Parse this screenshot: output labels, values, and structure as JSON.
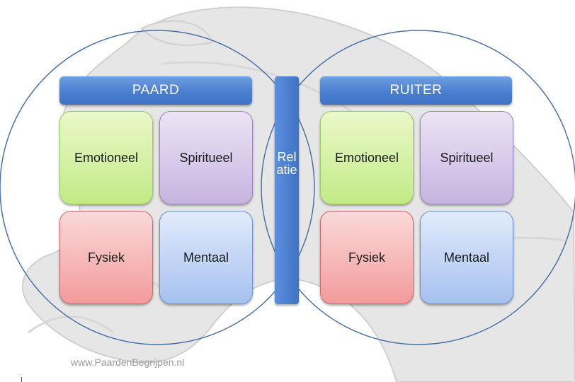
{
  "left_group": {
    "header": "PAARD",
    "tiles": [
      {
        "label": "Emotioneel",
        "color": "green"
      },
      {
        "label": "Spiritueel",
        "color": "purple"
      },
      {
        "label": "Fysiek",
        "color": "red"
      },
      {
        "label": "Mentaal",
        "color": "blue"
      }
    ]
  },
  "relation": {
    "label": "Relatie"
  },
  "right_group": {
    "header": "RUITER",
    "tiles": [
      {
        "label": "Emotioneel",
        "color": "green"
      },
      {
        "label": "Spiritueel",
        "color": "purple"
      },
      {
        "label": "Fysiek",
        "color": "red"
      },
      {
        "label": "Mentaal",
        "color": "blue"
      }
    ]
  },
  "footer": {
    "credit": "www.PaardenBegrijpen.nl"
  },
  "colors": {
    "accent_blue": "#4a7fd0",
    "circle_stroke": "#4a72a8",
    "tile_green": "#c2ea87",
    "tile_purple": "#c6b4e0",
    "tile_red": "#f39b9b",
    "tile_blue": "#a6c1ef"
  },
  "background_image": "horse-head-watermark"
}
